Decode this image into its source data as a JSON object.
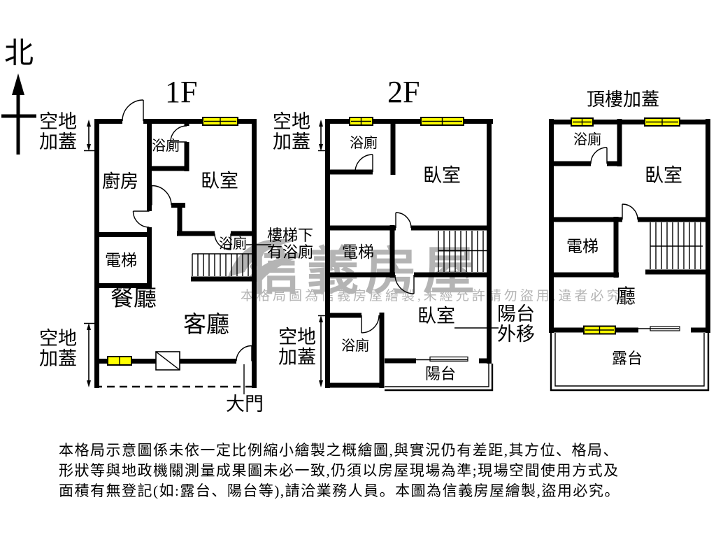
{
  "compass": {
    "north": "北"
  },
  "plans": {
    "f1": {
      "title": "1F",
      "labels": {
        "kitchen": "廚房",
        "bath": "浴廁",
        "bedroom": "臥室",
        "elevator": "電梯",
        "bath_under_stairs": "浴廁",
        "dining": "餐廳",
        "living": "客廳",
        "main_door": "大門",
        "vacant_top": "空地加蓋",
        "vacant_bottom": "空地加蓋",
        "stairs_note": "樓梯下有浴廁"
      }
    },
    "f2": {
      "title": "2F",
      "labels": {
        "bath": "浴廁",
        "bedroom": "臥室",
        "elevator": "電梯",
        "bedroom2": "臥室",
        "bath2": "浴廁",
        "balcony": "陽台",
        "vacant_top": "空地加蓋",
        "vacant_bottom": "空地加蓋",
        "balcony_moved": "陽台外移"
      }
    },
    "roof": {
      "title": "頂樓加蓋",
      "labels": {
        "bath": "浴廁",
        "bedroom": "臥室",
        "elevator": "電梯",
        "hall": "廳",
        "terrace": "露台"
      }
    }
  },
  "watermark": {
    "brand": "信義房屋",
    "notice": "本格局圖為信義房屋繪製,未經允許請勿盜用,違者必究"
  },
  "disclaimer": {
    "lines": [
      "本格局示意圖係未依一定比例縮小繪製之概繪圖,與實況仍有差距,其方位、格局、",
      "形狀等與地政機關測量成果圖未必一致,仍須以房屋現場為準;現場空間使用方式及",
      "面積有無登記(如:露台、陽台等),請洽業務人員。本圖為信義房屋繪製,盜用必究。"
    ]
  },
  "colors": {
    "wall": "#000000",
    "window": "#ffff00",
    "watermark": "#b4b4b4"
  }
}
